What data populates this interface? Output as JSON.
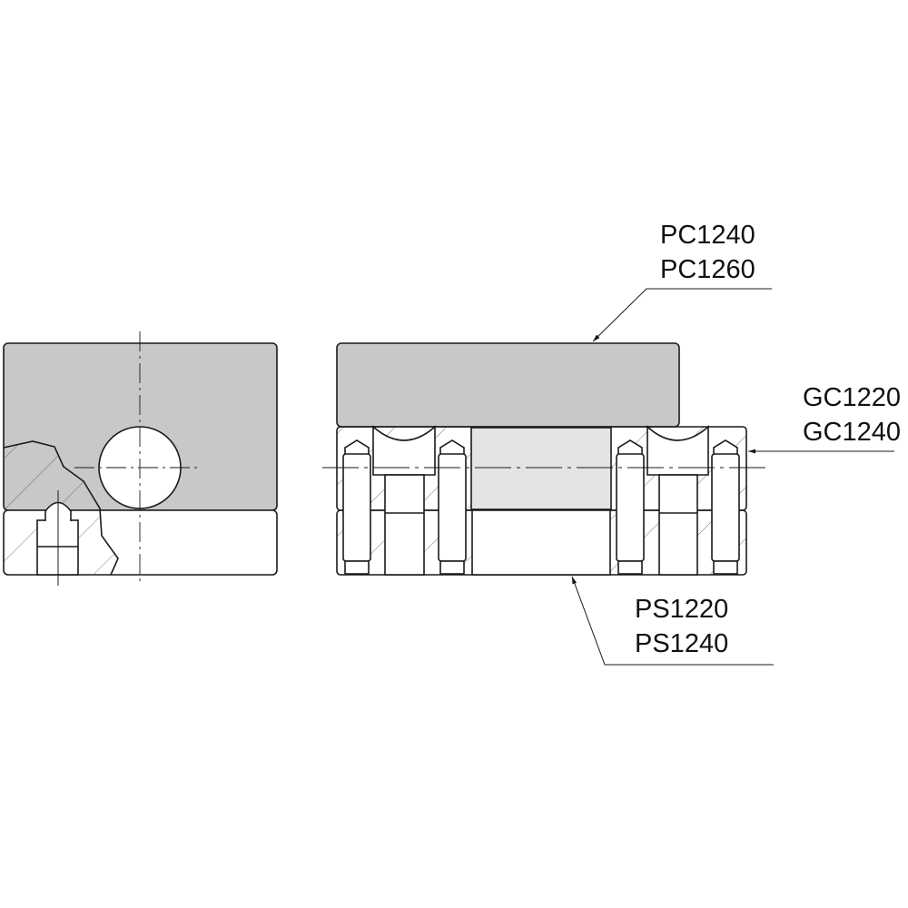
{
  "labels": {
    "top": [
      "PC1240",
      "PC1260"
    ],
    "side": [
      "GC1220",
      "GC1240"
    ],
    "bottom": [
      "PS1220",
      "PS1240"
    ]
  },
  "colors": {
    "block_fill": "#c8c8ca",
    "insert_fill": "#e4e4e6",
    "line": "#1a1a1a"
  }
}
